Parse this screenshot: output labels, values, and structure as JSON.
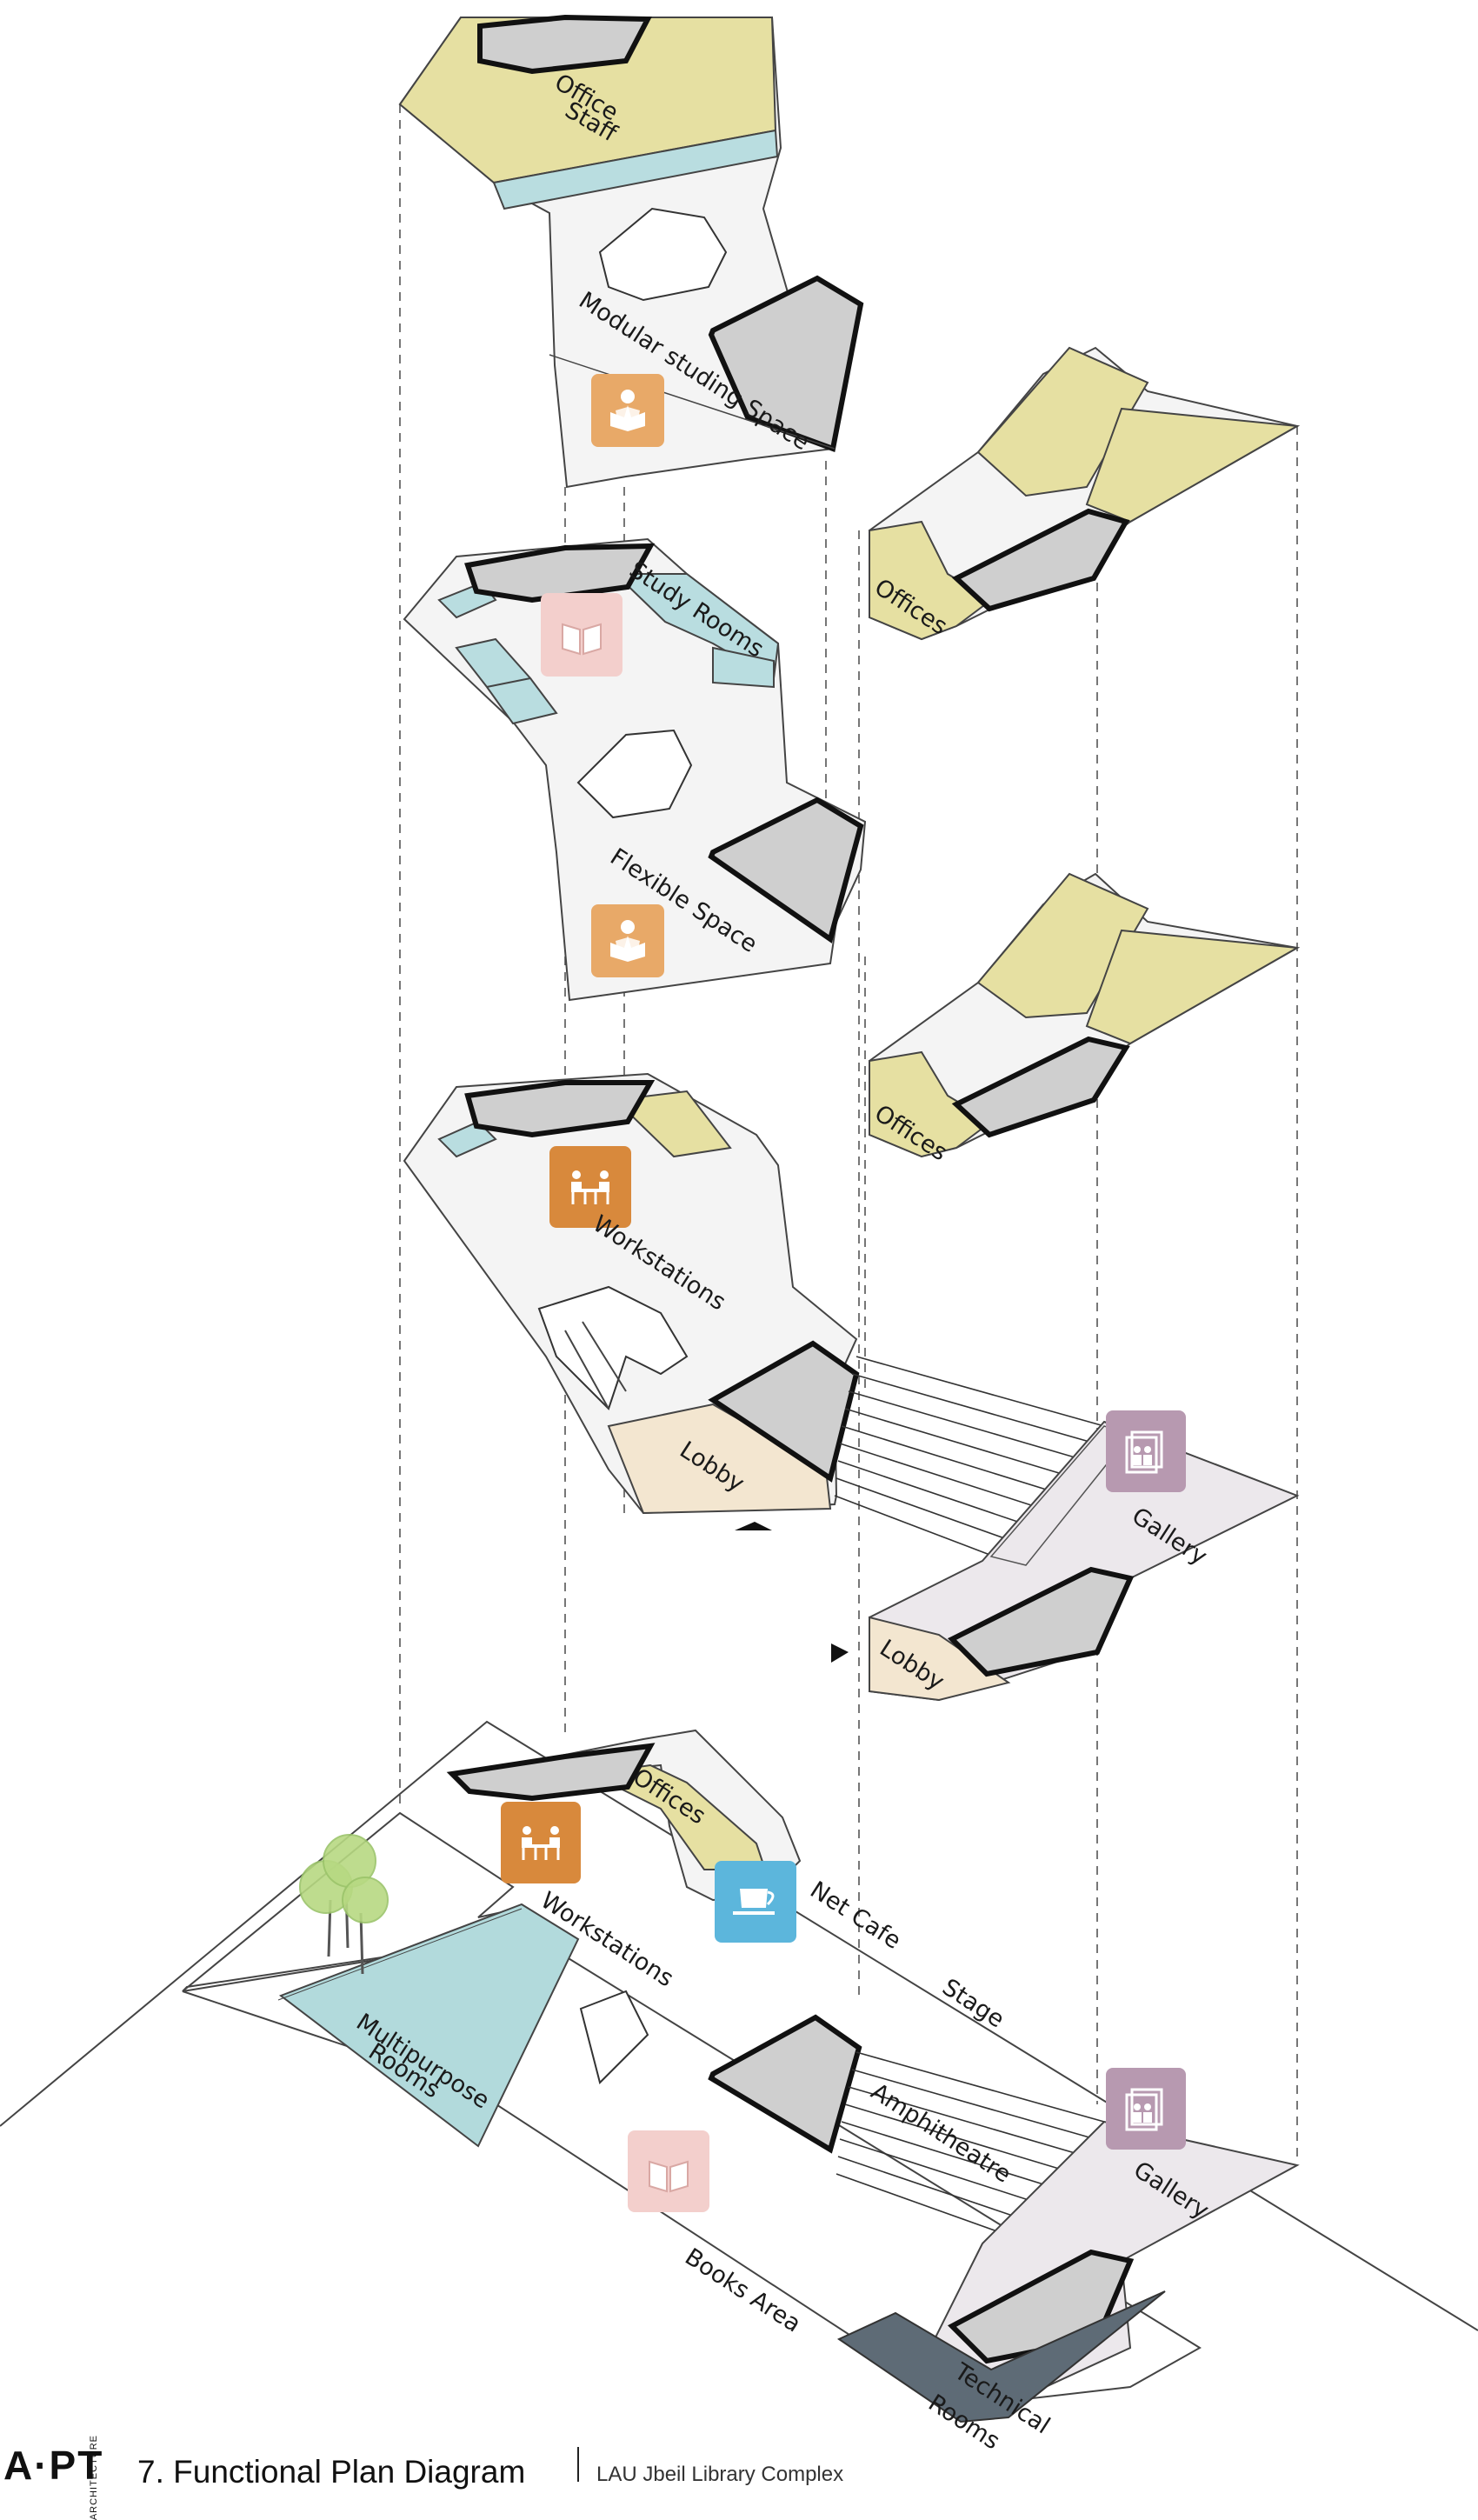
{
  "diagram": {
    "labels": {
      "office_staff_1": "Office",
      "office_staff_2": "Staff",
      "modular": "Modular studing Space",
      "study_rooms": "Study Rooms",
      "flexible": "Flexible Space",
      "offices_1": "Offices",
      "offices_2": "Offices",
      "workstations_1": "Workstations",
      "lobby_1": "Lobby",
      "gallery_1": "Gallery",
      "lobby_2": "Lobby",
      "offices_3": "Offices",
      "net_cafe": "Net Cafe",
      "workstations_2": "Workstations",
      "stage": "Stage",
      "multipurpose_1": "Multipurpose",
      "multipurpose_2": "Rooms",
      "amphitheatre": "Amphitheatre",
      "gallery_2": "Gallery",
      "books_area": "Books Area",
      "technical_1": "Technical",
      "technical_2": "Rooms"
    },
    "icons": {
      "reading": "reading-person-icon",
      "book": "open-book-icon",
      "meeting": "meeting-table-icon",
      "gallery": "gallery-icon",
      "cafe": "coffee-cup-icon"
    },
    "colors": {
      "office_yellow": "#e6e0a2",
      "study_blue": "#b9dde0",
      "core_gray": "#cfcfcf",
      "floor_white": "#f4f4f4",
      "lobby_beige": "#f3e6d0",
      "gallery_lilac": "#ece8ec",
      "technical_dark": "#5e6b76",
      "multipurpose_blue": "#b2dadc",
      "reading_orange": "#e8a968",
      "book_pink": "#f3cfcc",
      "meeting_orange": "#d8893c",
      "gallery_purple": "#b799b0",
      "cafe_blue": "#5cb6dc",
      "tree_green": "#b7d982"
    }
  },
  "footer": {
    "brand": "A·PT",
    "brand_sub": "ARCHITECTURE",
    "title": "7. Functional Plan Diagram",
    "subtitle": "LAU Jbeil Library Complex"
  }
}
